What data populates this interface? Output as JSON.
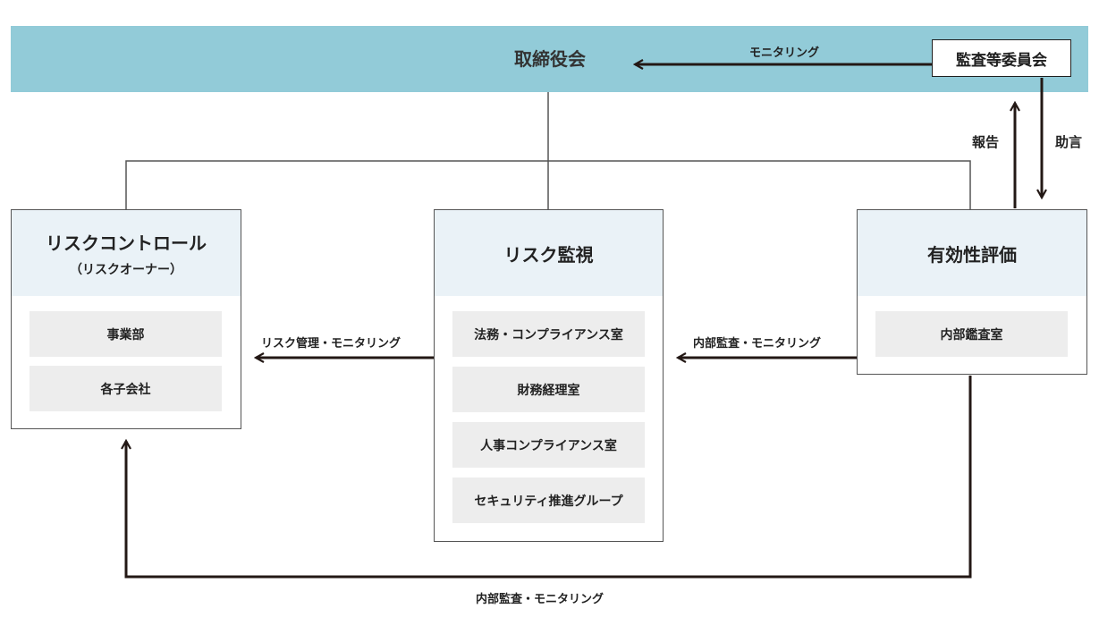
{
  "board": {
    "title": "取締役会"
  },
  "audit_committee": {
    "title": "監査等委員会"
  },
  "labels": {
    "monitoring_top": "モニタリング",
    "report": "報告",
    "advice": "助言",
    "risk_mgmt_monitoring": "リスク管理・モニタリング",
    "internal_audit_monitoring_mid": "内部監査・モニタリング",
    "internal_audit_monitoring_bottom": "内部監査・モニタリング"
  },
  "panels": {
    "risk_control": {
      "title": "リスクコントロール",
      "subtitle": "（リスクオーナー）",
      "items": [
        "事業部",
        "各子会社"
      ]
    },
    "risk_monitoring": {
      "title": "リスク監視",
      "items": [
        "法務・コンプライアンス室",
        "財務経理室",
        "人事コンプライアンス室",
        "セキュリティ推進グループ"
      ]
    },
    "effectiveness": {
      "title": "有効性評価",
      "items": [
        "内部鑑査室"
      ]
    }
  },
  "colors": {
    "banner": "#92cbd8",
    "panel_header": "#eaf2f7",
    "item_bg": "#ededed",
    "line": "#231815"
  }
}
